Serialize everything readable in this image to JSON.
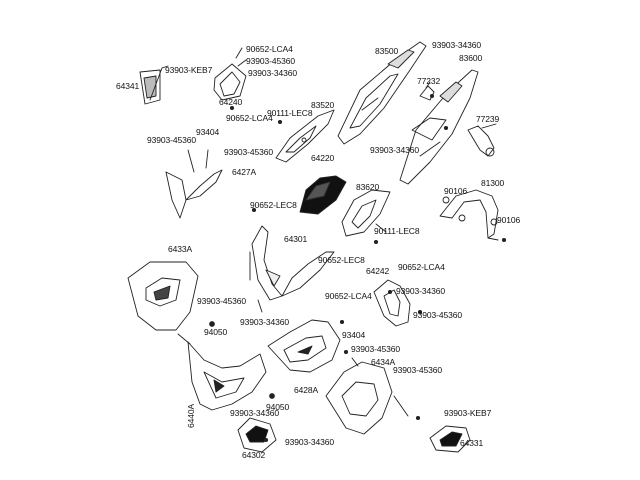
{
  "diagram": {
    "labels": {
      "p64341": "64341",
      "p93903_keb7_tl": "93903-KEB7",
      "p90652_lca4_a": "90652-LCA4",
      "p93903_45360_a": "93903-45360",
      "p93903_34360_a": "93903-34360",
      "p64240": "64240",
      "p83500": "83500",
      "p93903_34360_b": "93903-34360",
      "p83600": "83600",
      "p77232": "77232",
      "p90652_lca4_b": "90652-LCA4",
      "p90111_lec8_a": "90111-LEC8",
      "p83520": "83520",
      "p93903_34360_c": "93903-34360",
      "p77239": "77239",
      "p93903_45360_b": "93903-45360",
      "p93404_a": "93404",
      "p93903_45360_c": "93903-45360",
      "p64220": "64220",
      "p6427a": "6427A",
      "p83620": "83620",
      "p90106_a": "90106",
      "p81300": "81300",
      "p90652_lec8": "90652-LEC8",
      "p90106_b": "90106",
      "p90111_lec8_b": "90111-LEC8",
      "p64301": "64301",
      "p6433a": "6433A",
      "p90652_lec8_b": "90652-LEC8",
      "p64242": "64242",
      "p90652_lca4_c": "90652-LCA4",
      "p93903_34360_d": "93903-34360",
      "p90652_lca4_d": "90652-LCA4",
      "p93903_45360_d": "93903-45360",
      "p93903_45360_e": "93903-45360",
      "p94050_a": "94050",
      "p93903_34360_e": "93903-34360",
      "p93404_b": "93404",
      "p93903_45360_f": "93903-45360",
      "p6434a": "6434A",
      "p93903_45360_g": "93903-45360",
      "p6428a": "6428A",
      "p94050_b": "94050",
      "p6440a": "6440A",
      "p93903_34360_f": "93903-34360",
      "p93903_keb7_br": "93903-KEB7",
      "p64331": "64331",
      "p64302": "64302",
      "p93903_34360_g": "93903-34360"
    }
  }
}
